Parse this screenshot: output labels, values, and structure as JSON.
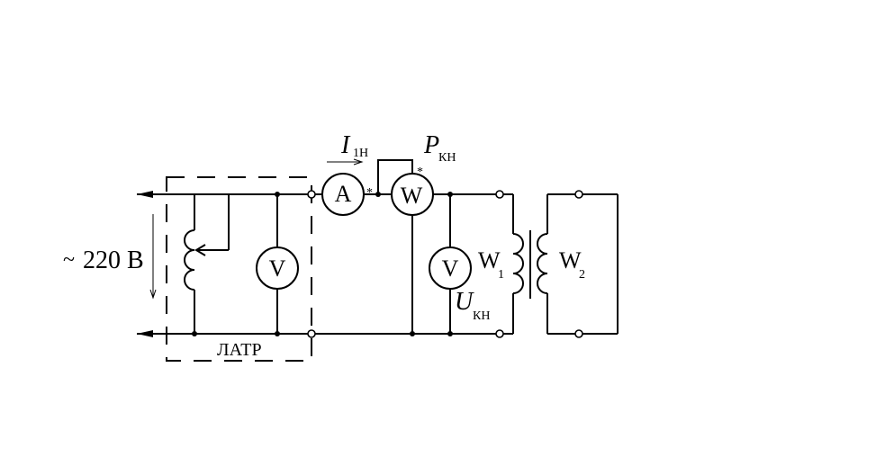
{
  "source": {
    "tilde": "~",
    "voltage": "220 В"
  },
  "autotransformer": {
    "label": "ЛАТР"
  },
  "meters": {
    "ammeter": "A",
    "wattmeter": "W",
    "voltmeter_source": "V",
    "voltmeter_load": "V"
  },
  "labels": {
    "current_main": "I",
    "current_sub": "1Н",
    "power_main": "P",
    "power_sub": "КН",
    "voltage_main": "U",
    "voltage_sub": "КН",
    "star": "*"
  },
  "transformer": {
    "w1_main": "W",
    "w1_sub": "1",
    "w2_main": "W",
    "w2_sub": "2"
  }
}
